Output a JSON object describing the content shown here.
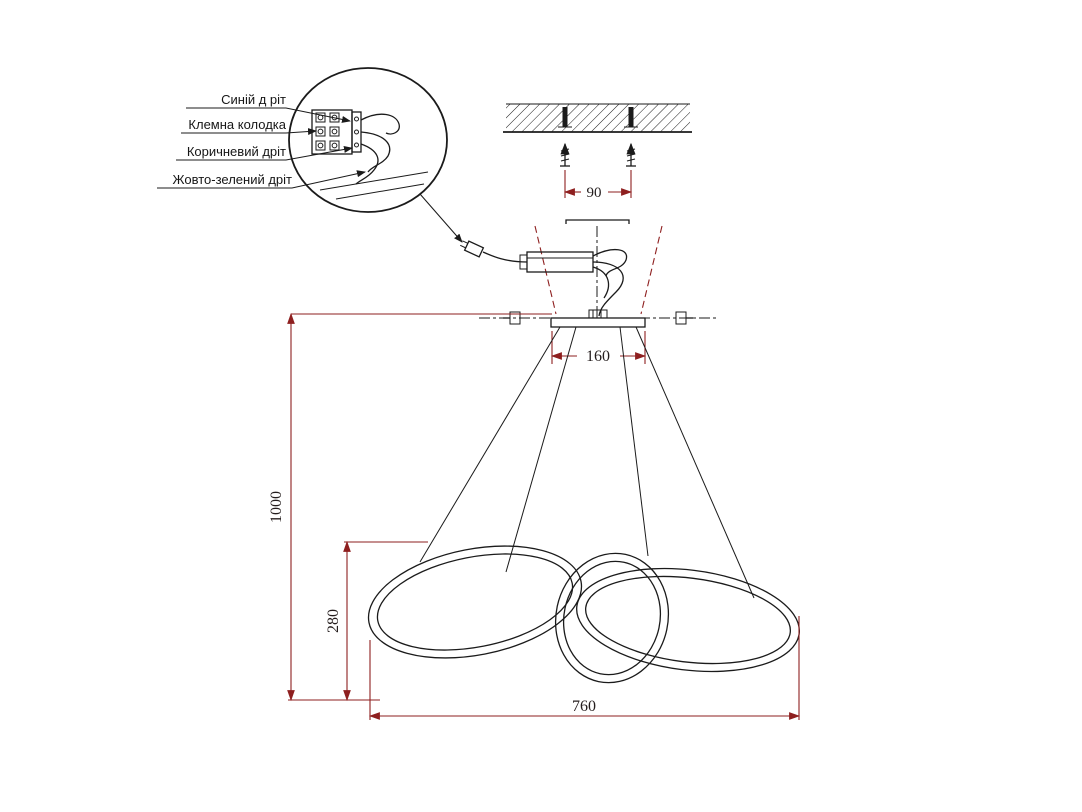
{
  "title": "Pendant lamp installation drawing",
  "callout": {
    "labels": [
      {
        "id": "wire-blue",
        "text": "Синій д ріт"
      },
      {
        "id": "terminal-block",
        "text": "Клемна колодка"
      },
      {
        "id": "wire-brown",
        "text": "Коричневий дріт"
      },
      {
        "id": "wire-yellow-green",
        "text": "Жовто-зелений дріт"
      }
    ]
  },
  "dimensions": {
    "screw_spacing": "90",
    "canopy_width": "160",
    "overall_drop": "1000",
    "fixture_height": "280",
    "fixture_width": "760"
  },
  "colors": {
    "line": "#1b1b1b",
    "dimension_line": "#8e1f1f",
    "background": "#ffffff"
  }
}
